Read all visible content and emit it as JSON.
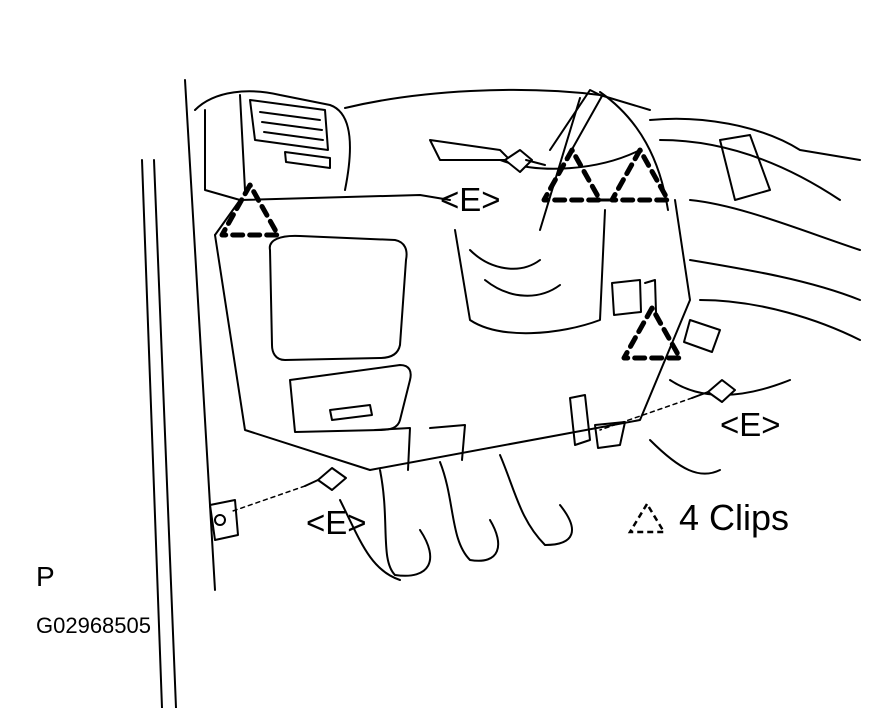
{
  "callouts": {
    "e1": "<E>",
    "e2": "<E>",
    "e3": "<E>"
  },
  "legend": {
    "clips_text": "4 Clips",
    "symbol": "dashed-triangle-icon"
  },
  "view_letter": "P",
  "figure_code": "G02968505",
  "colors": {
    "ink": "#000000",
    "paper": "#ffffff"
  }
}
